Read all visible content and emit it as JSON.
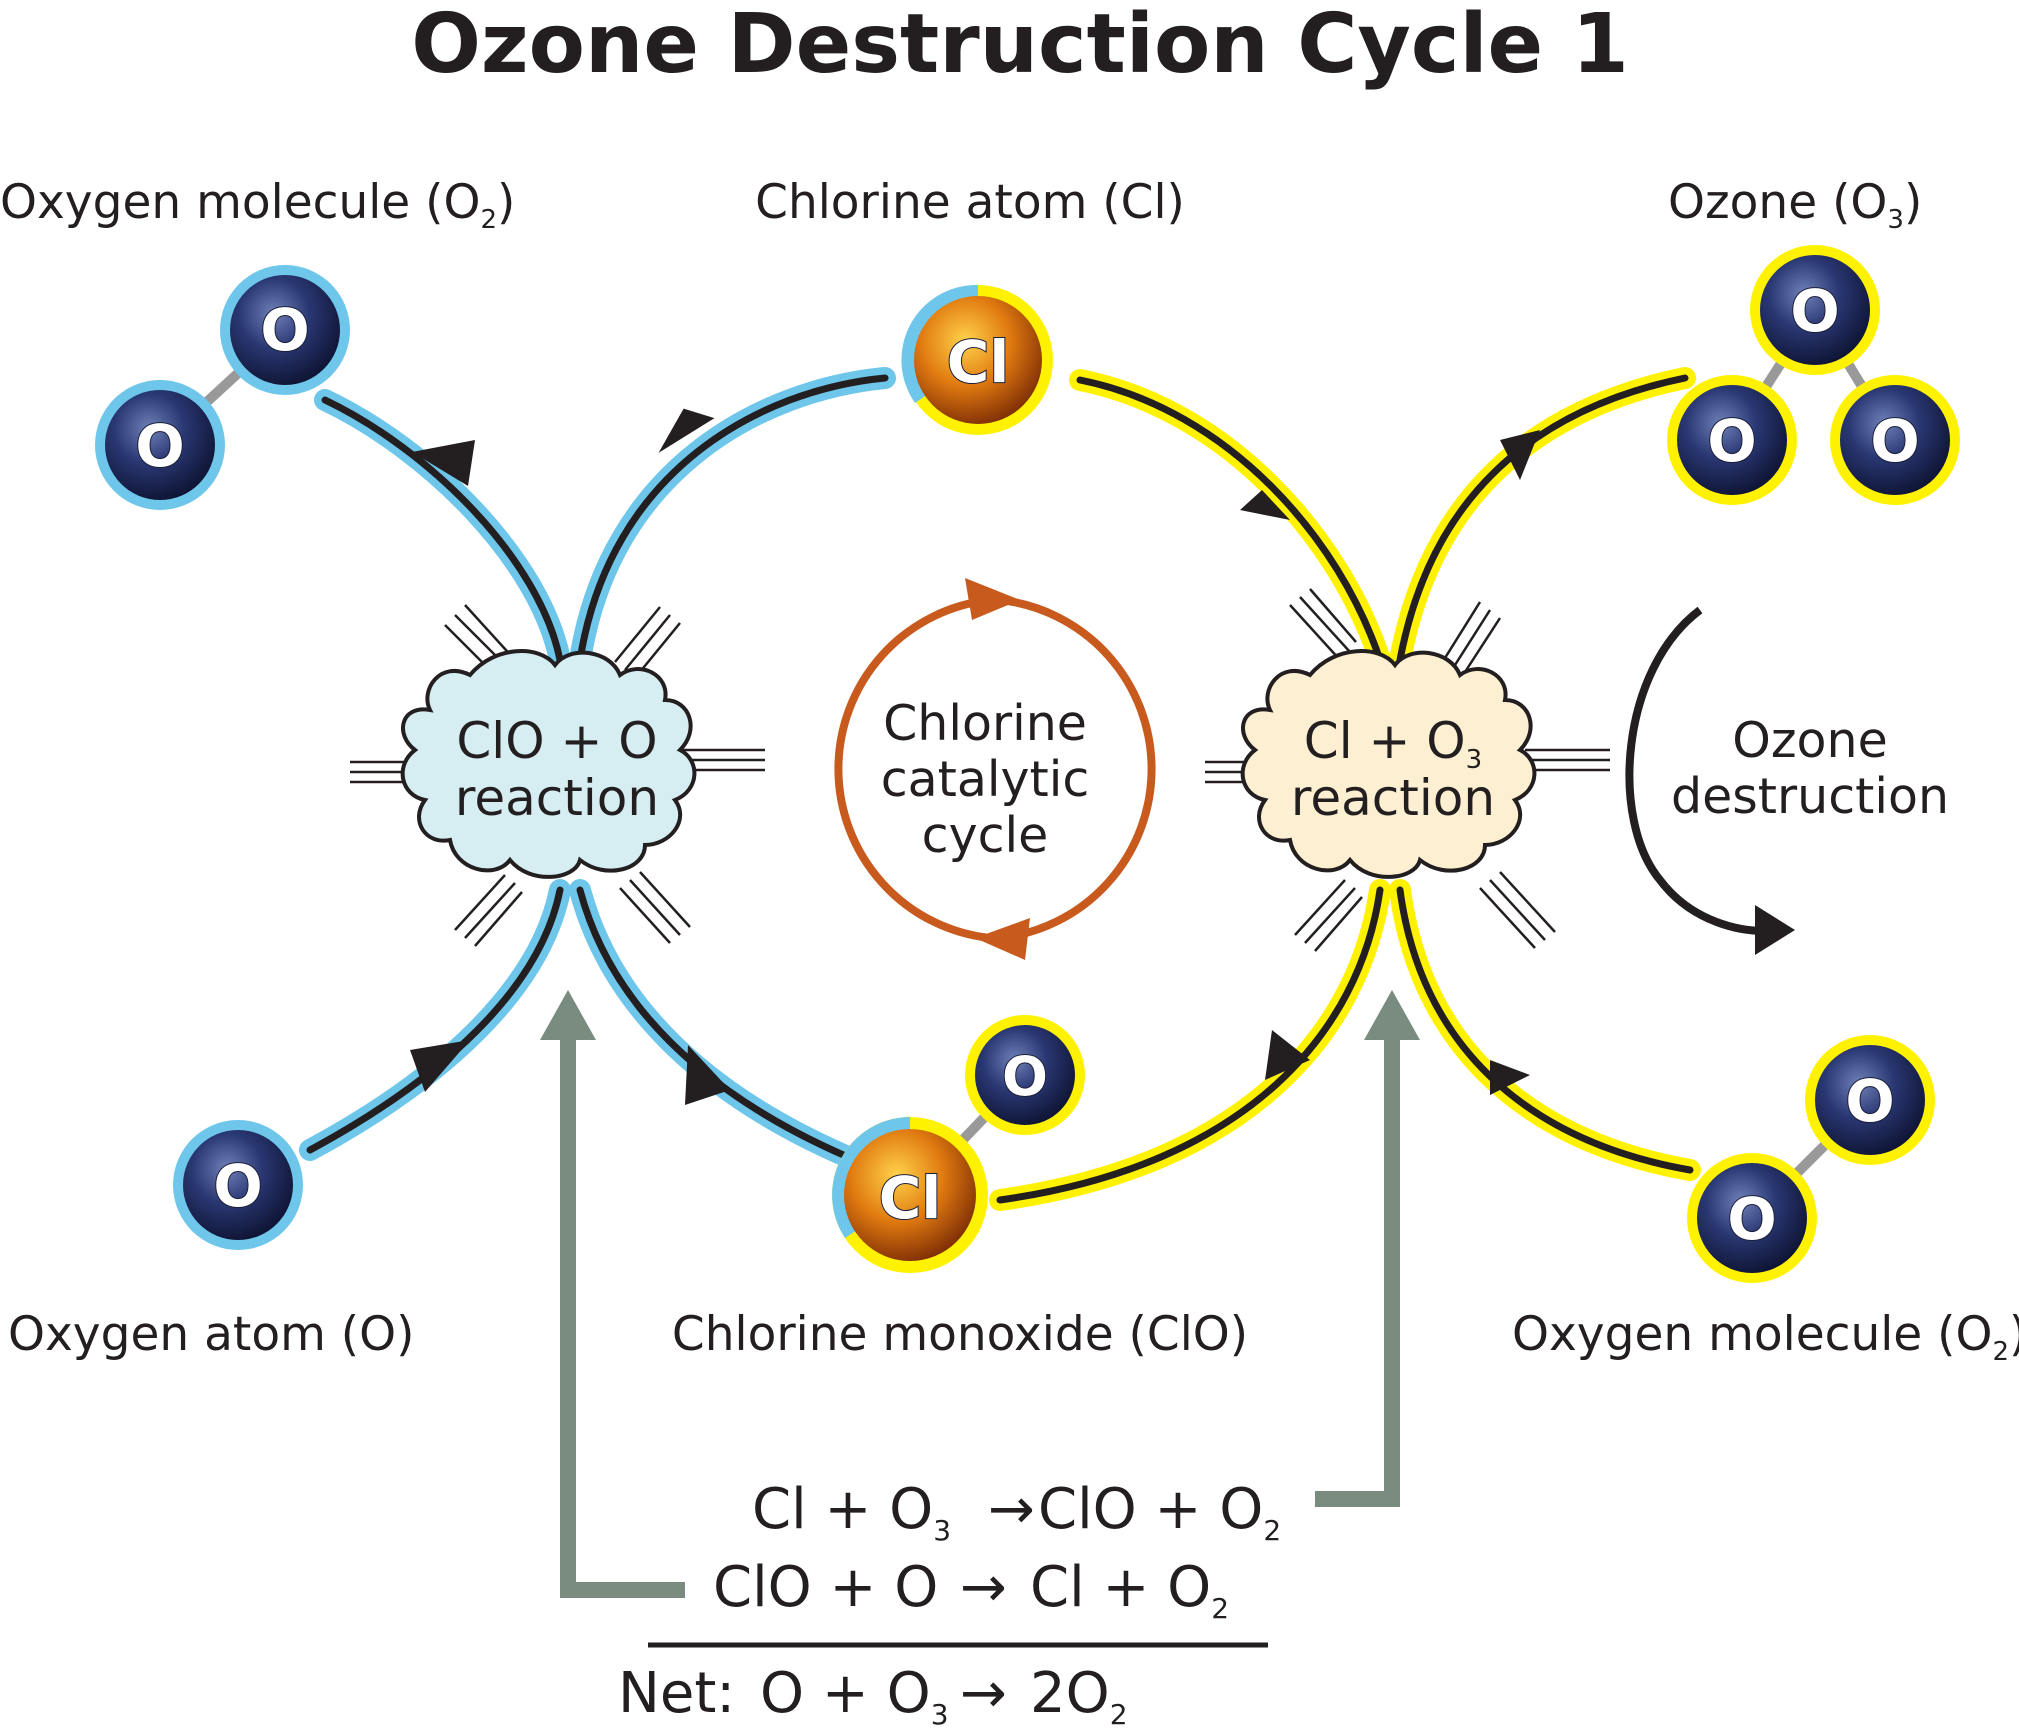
{
  "title": "Ozone Destruction Cycle 1",
  "labels": {
    "o2_top": {
      "text": "Oxygen molecule (O",
      "sub": "2",
      "close": ")"
    },
    "cl_top": {
      "text": "Chlorine atom (Cl)"
    },
    "o3_top": {
      "text": "Ozone (O",
      "sub": "3",
      "close": ")"
    },
    "o_bottom": {
      "text": "Oxygen atom (O)"
    },
    "clo_bottom": {
      "text": "Chlorine monoxide (ClO)"
    },
    "o2_bottom": {
      "text": "Oxygen molecule (O",
      "sub": "2",
      "close": ")"
    }
  },
  "reactions": {
    "left": {
      "line1": "ClO + O",
      "line2": "reaction"
    },
    "right": {
      "line1": "Cl + O",
      "line1_sub": "3",
      "line2": "reaction"
    }
  },
  "catalytic_cycle": {
    "line1": "Chlorine",
    "line2": "catalytic",
    "line3": "cycle"
  },
  "ozone_destruction": {
    "line1": "Ozone",
    "line2": "destruction"
  },
  "atoms": {
    "oxygen": "O",
    "chlorine": "Cl"
  },
  "equations": {
    "eq1": {
      "lhs_a": "Cl + O",
      "lhs_sub": "3",
      "arrow": "→",
      "rhs_a": "ClO + O",
      "rhs_sub": "2"
    },
    "eq2": {
      "lhs_a": "ClO + O",
      "arrow": "→",
      "rhs_a": "Cl + O",
      "rhs_sub": "2"
    },
    "net": {
      "label": "Net:",
      "lhs_a": "O + O",
      "lhs_sub": "3",
      "arrow": "→",
      "rhs_a": "2O",
      "rhs_sub": "2"
    }
  },
  "colors": {
    "blue_glow": "#6ec6ea",
    "yellow_glow": "#fff200",
    "arrow": "#231f20",
    "catalytic": "#c85a1e",
    "gray_arrow": "#7a8c80",
    "cloud_blue": "#d6edf2",
    "cloud_yellow": "#fdf0d2",
    "oxygen_atom": "#1f2a5c",
    "chlorine_atom": "#d4600a"
  }
}
